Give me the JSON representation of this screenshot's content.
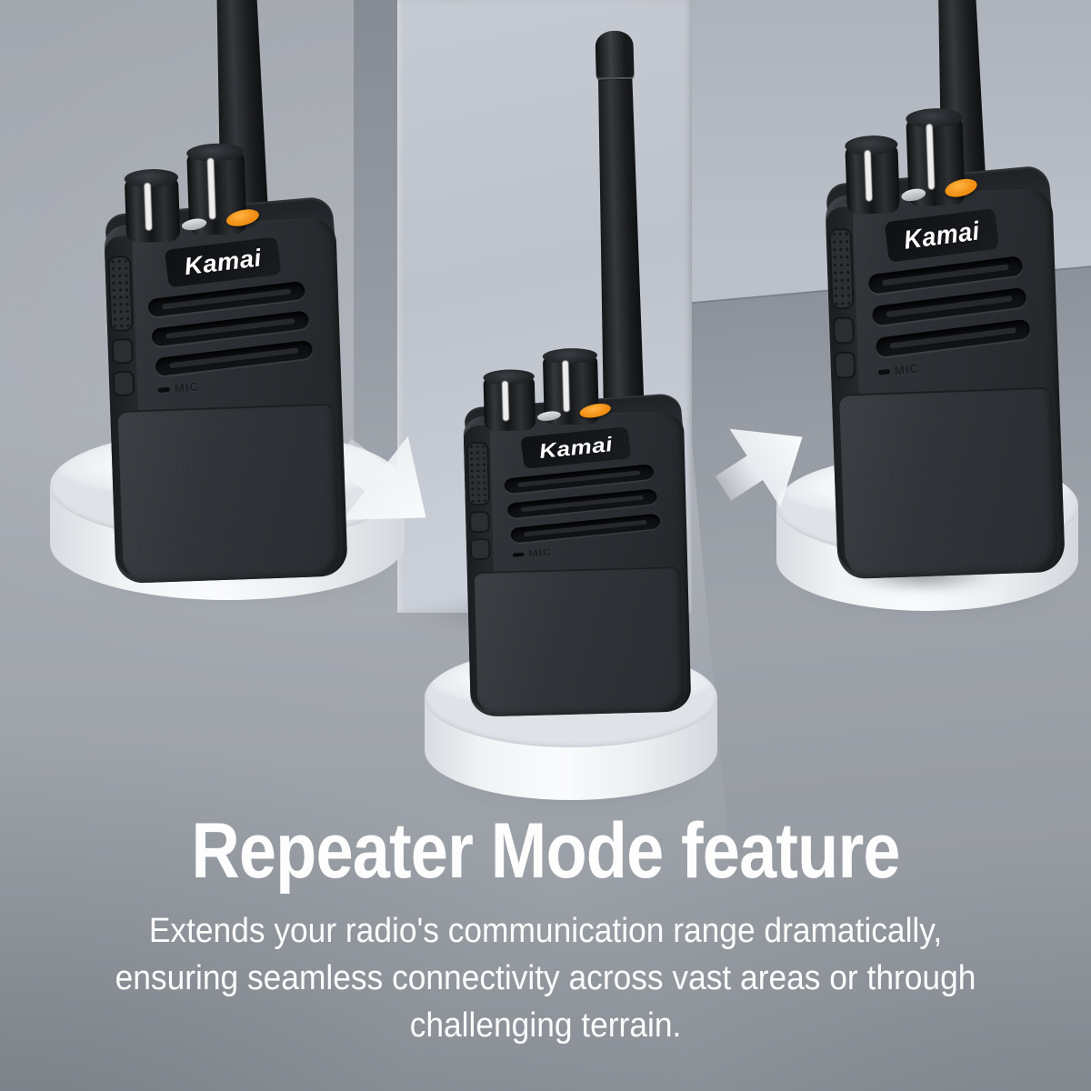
{
  "headline": "Repeater Mode feature",
  "description": {
    "line1": "Extends your radio's communication range dramatically,",
    "line2": "ensuring seamless connectivity across vast areas or through",
    "line3": "challenging terrain."
  },
  "radio": {
    "brand": "Kamai",
    "mic_label": "MIC"
  },
  "colors": {
    "backdrop_gray": "#a6aab1",
    "pillar_gray": "#c6cad2",
    "floor_gray": "#979ba2",
    "pedestal_white": "#f2f4f6",
    "radio_body_black": "#2c2e32",
    "accent_orange": "#f39b1d",
    "arrow_white": "#f4f7fa",
    "text_white": "#ffffff"
  }
}
